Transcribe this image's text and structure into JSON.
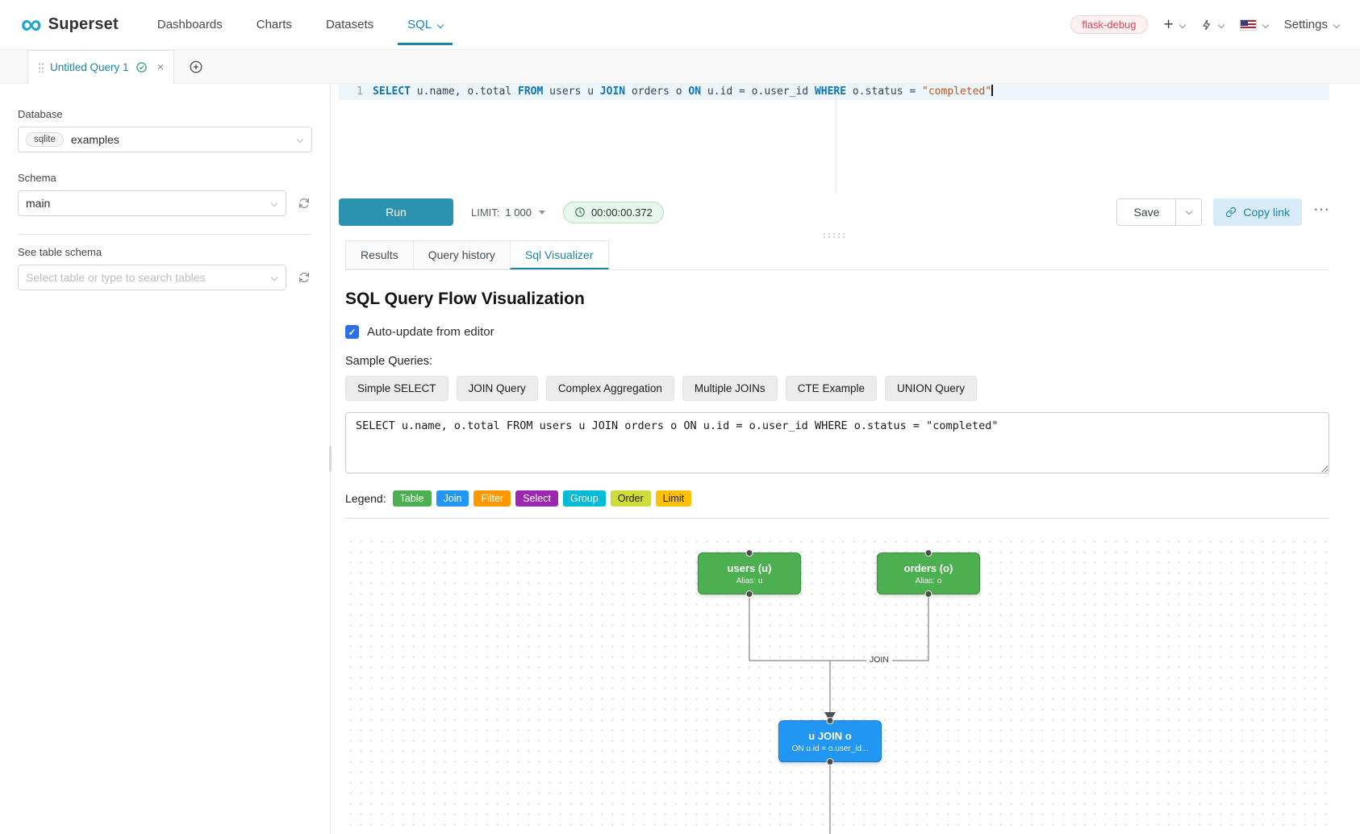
{
  "navbar": {
    "brand": "Superset",
    "logo_glyph": "∞",
    "items": [
      {
        "label": "Dashboards"
      },
      {
        "label": "Charts"
      },
      {
        "label": "Datasets"
      },
      {
        "label": "SQL",
        "active": true
      }
    ],
    "env_tag": "flask-debug",
    "plus_glyph": "+",
    "settings_label": "Settings"
  },
  "query_tabs": {
    "active_tab": "Untitled Query 1",
    "close_glyph": "×"
  },
  "sidebar": {
    "database_label": "Database",
    "database_engine": "sqlite",
    "database_value": "examples",
    "schema_label": "Schema",
    "schema_value": "main",
    "table_label": "See table schema",
    "table_placeholder": "Select table or type to search tables"
  },
  "editor": {
    "line_number": "1",
    "sql_tokens": [
      {
        "t": "SELECT",
        "c": "kw"
      },
      {
        "t": " u.name, o.total ",
        "c": "tx"
      },
      {
        "t": "FROM",
        "c": "kw"
      },
      {
        "t": " users u ",
        "c": "tx"
      },
      {
        "t": "JOIN",
        "c": "kw"
      },
      {
        "t": " orders o ",
        "c": "tx"
      },
      {
        "t": "ON",
        "c": "kw"
      },
      {
        "t": " u.id ",
        "c": "tx"
      },
      {
        "t": "=",
        "c": "op"
      },
      {
        "t": " o.user_id ",
        "c": "tx"
      },
      {
        "t": "WHERE",
        "c": "kw"
      },
      {
        "t": " o.status ",
        "c": "tx"
      },
      {
        "t": "=",
        "c": "op"
      },
      {
        "t": " ",
        "c": "tx"
      },
      {
        "t": "\"completed\"",
        "c": "str"
      }
    ],
    "run_label": "Run",
    "limit_label": "LIMIT:",
    "limit_value": "1 000",
    "timer": "00:00:00.372",
    "save_label": "Save",
    "copy_link_label": "Copy link",
    "more_glyph": "⋯"
  },
  "south_tabs": [
    {
      "label": "Results"
    },
    {
      "label": "Query history"
    },
    {
      "label": "Sql Visualizer",
      "active": true
    }
  ],
  "visualizer": {
    "title": "SQL Query Flow Visualization",
    "auto_update_label": "Auto-update from editor",
    "checkbox_checked": true,
    "sample_queries_label": "Sample Queries:",
    "sample_buttons": [
      "Simple SELECT",
      "JOIN Query",
      "Complex Aggregation",
      "Multiple JOINs",
      "CTE Example",
      "UNION Query"
    ],
    "sql_text": "SELECT u.name, o.total FROM users u JOIN orders o ON u.id = o.user_id WHERE o.status = \"completed\"",
    "legend_label": "Legend:",
    "legend_items": [
      {
        "label": "Table",
        "color": "#4CAF50",
        "text_color": "#ffffff"
      },
      {
        "label": "Join",
        "color": "#2196F3",
        "text_color": "#ffffff"
      },
      {
        "label": "Filter",
        "color": "#FF9800",
        "text_color": "#ffffff"
      },
      {
        "label": "Select",
        "color": "#9C27B0",
        "text_color": "#ffffff"
      },
      {
        "label": "Group",
        "color": "#00BCD4",
        "text_color": "#ffffff"
      },
      {
        "label": "Order",
        "color": "#CDDC39",
        "text_color": "#212121"
      },
      {
        "label": "Limit",
        "color": "#FFC107",
        "text_color": "#212121"
      }
    ],
    "flow": {
      "nodes": [
        {
          "id": "users",
          "title": "users (u)",
          "subtitle": "Alias: u",
          "type": "table",
          "color": "#4CAF50",
          "border": "#3d8b40"
        },
        {
          "id": "orders",
          "title": "orders (o)",
          "subtitle": "Alias: o",
          "type": "table",
          "color": "#4CAF50",
          "border": "#3d8b40"
        },
        {
          "id": "join",
          "title": "u JOIN o",
          "subtitle": "ON u.id = o.user_id...",
          "type": "join",
          "color": "#2196F3",
          "border": "#1976d2"
        }
      ],
      "edge_label": "JOIN"
    },
    "accent_color": "#1985a0"
  }
}
